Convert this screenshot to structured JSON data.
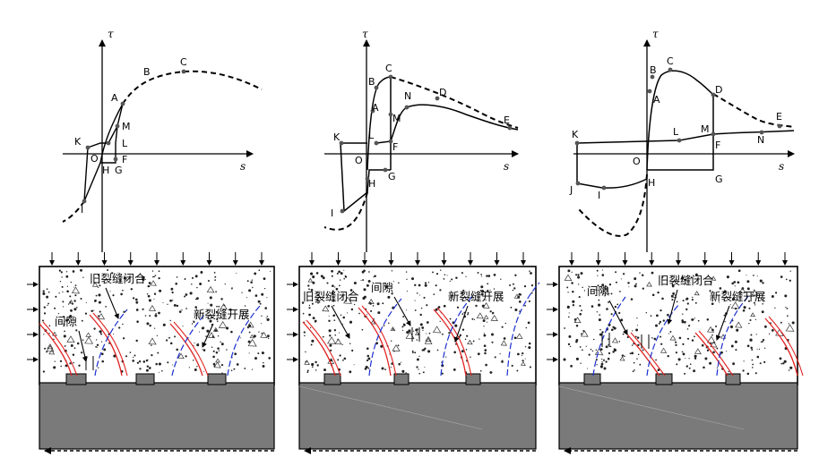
{
  "figure": {
    "panels": [
      {
        "id": "p1",
        "axis_x_label": "s",
        "axis_y_label": "τ",
        "point_labels": [
          "A",
          "B",
          "C",
          "K",
          "M",
          "L",
          "O",
          "F",
          "H",
          "G",
          "I"
        ],
        "annotations": [
          "旧裂缝闭合",
          "间隙",
          "新裂缝开展"
        ]
      },
      {
        "id": "p2",
        "axis_x_label": "s",
        "axis_y_label": "τ",
        "point_labels": [
          "B",
          "C",
          "A",
          "N",
          "D",
          "M",
          "E",
          "K",
          "L",
          "F",
          "O",
          "G",
          "H",
          "I"
        ],
        "annotations": [
          "旧裂缝闭合",
          "间隙",
          "新裂缝开展"
        ]
      },
      {
        "id": "p3",
        "axis_x_label": "s",
        "axis_y_label": "τ",
        "point_labels": [
          "B",
          "C",
          "A",
          "D",
          "K",
          "L",
          "M",
          "E",
          "F",
          "N",
          "O",
          "H",
          "G",
          "J",
          "I"
        ],
        "annotations": [
          "间隙",
          "旧裂缝闭合",
          "新裂缝开展"
        ]
      }
    ]
  }
}
